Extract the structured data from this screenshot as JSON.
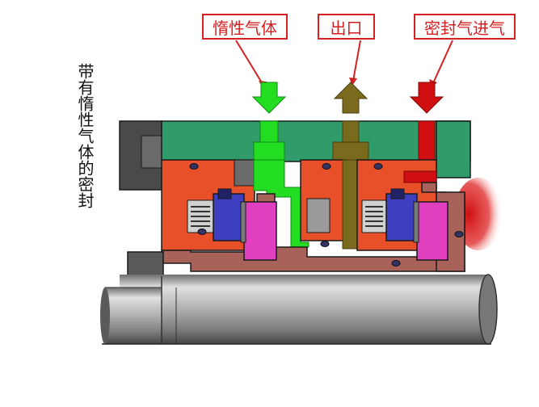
{
  "labels": {
    "inert_gas": "惰性气体",
    "outlet": "出口",
    "seal_gas_inlet": "密封气进气"
  },
  "side_title": "带有惰性气体的密封",
  "colors": {
    "label_red": "#d42020",
    "inert_gas_green": "#22dd22",
    "outlet_olive": "#7a6a1e",
    "seal_gas_red": "#d01010",
    "housing_green": "#2f9c6a",
    "seal_orange": "#e8502a",
    "rotor_brown": "#a9625a",
    "spring_blue": "#3b3fc0",
    "ring_magenta": "#e040c0",
    "shaft_gray": "#a9a9a9"
  }
}
